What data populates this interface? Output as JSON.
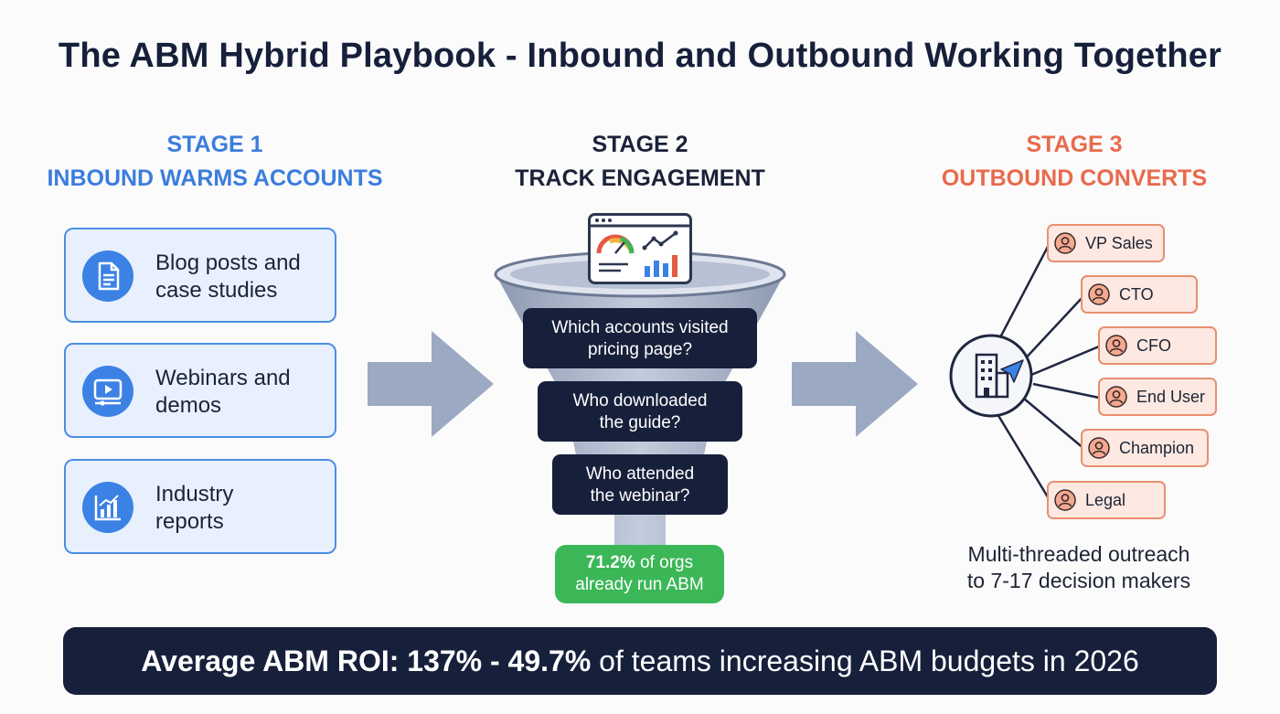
{
  "title": "The ABM Hybrid Playbook - Inbound and Outbound Working Together",
  "stages": [
    {
      "number": "STAGE 1",
      "name": "INBOUND WARMS ACCOUNTS",
      "color": "#3b7ddd"
    },
    {
      "number": "STAGE 2",
      "name": "TRACK ENGAGEMENT",
      "color": "#1b2238"
    },
    {
      "number": "STAGE 3",
      "name": "OUTBOUND CONVERTS",
      "color": "#e86a4b"
    }
  ],
  "inbound_channels": [
    {
      "icon": "document-icon",
      "line1": "Blog posts and",
      "line2": "case studies"
    },
    {
      "icon": "video-play-icon",
      "line1": "Webinars and",
      "line2": "demos"
    },
    {
      "icon": "bar-chart-icon",
      "line1": "Industry",
      "line2": "reports"
    }
  ],
  "funnel_questions": [
    {
      "line1": "Which accounts visited",
      "line2": "pricing page?"
    },
    {
      "line1": "Who downloaded",
      "line2": "the guide?"
    },
    {
      "line1": "Who attended",
      "line2": "the webinar?"
    }
  ],
  "funnel_stat": {
    "value": "71.2%",
    "rest": " of orgs",
    "line2": "already run ABM"
  },
  "decision_makers": [
    "VP Sales",
    "CTO",
    "CFO",
    "End User",
    "Champion",
    "Legal"
  ],
  "outreach": {
    "line1": "Multi-threaded outreach",
    "line2": "to 7-17 decision makers"
  },
  "footer": {
    "bold": "Average ABM ROI: 137% - 49.7%",
    "rest": " of teams increasing ABM budgets in 2026"
  },
  "colors": {
    "accent_blue": "#3b82e4",
    "accent_orange": "#e86a4b",
    "navy": "#17203b",
    "green": "#3bb758"
  }
}
